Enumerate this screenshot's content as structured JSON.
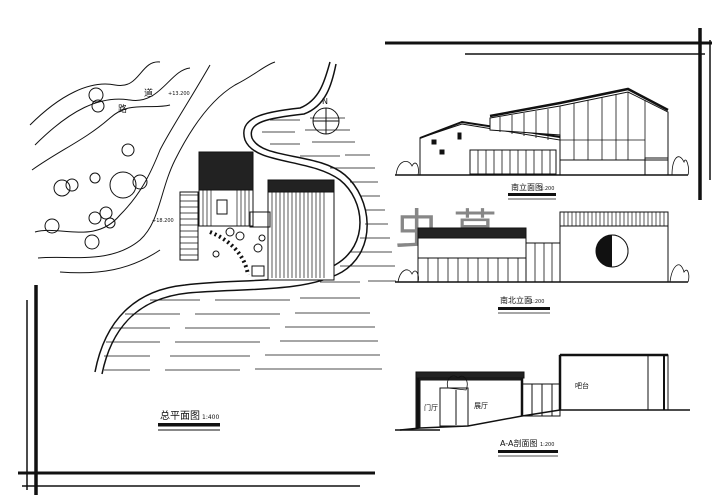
{
  "labels": {
    "site_plan_title": "总平面图",
    "site_plan_scale": "1:400",
    "south_elev_title": "南立面图",
    "south_elev_scale": "1:200",
    "east_elev_title": "南北立面",
    "east_elev_scale": "1:200",
    "section_title": "A-A剖面图",
    "section_scale": "1:200",
    "road_char_1": "道",
    "road_char_2": "路",
    "north": "N",
    "elev_mark_1": "+13.200",
    "elev_mark_2": "+18.200",
    "room_1": "门厅",
    "room_2": "展厅",
    "room_3": "吧台",
    "watermark": "虫 草"
  }
}
